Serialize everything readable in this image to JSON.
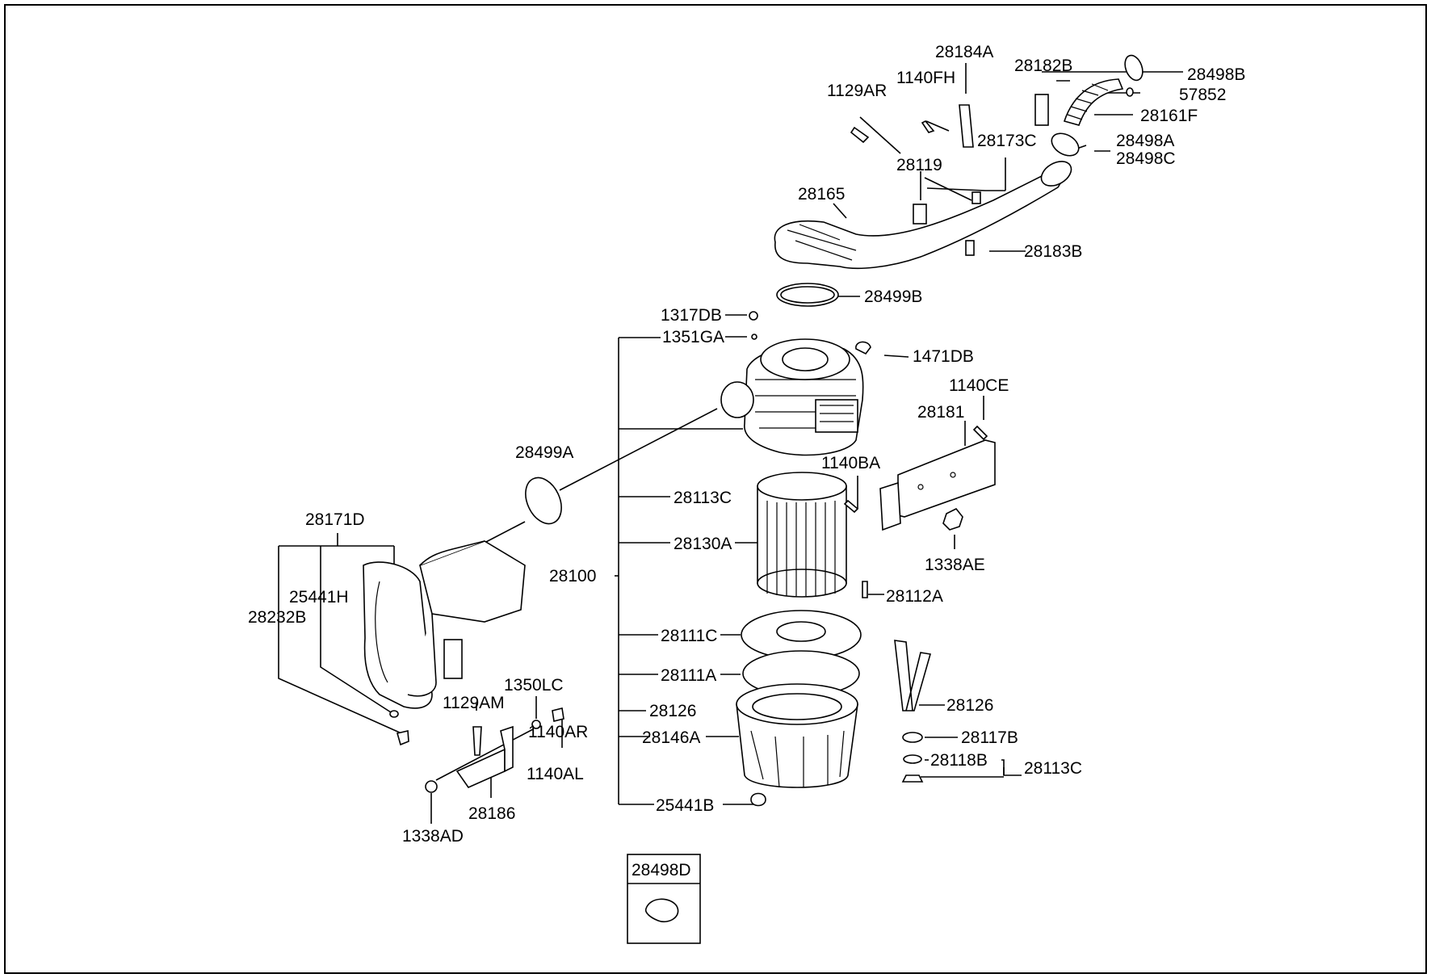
{
  "diagram": {
    "part_numbers": {
      "p28184A": "28184A",
      "p28182B": "28182B",
      "p28498B": "28498B",
      "p57852": "57852",
      "p1129AR": "1129AR",
      "p1140FH": "1140FH",
      "p28161F": "28161F",
      "p28173C": "28173C",
      "p28498A": "28498A",
      "p28498C": "28498C",
      "p28119": "28119",
      "p28165": "28165",
      "p28183B": "28183B",
      "p28499B": "28499B",
      "p1317DB": "1317DB",
      "p1351GA": "1351GA",
      "p1471DB": "1471DB",
      "p1140CE": "1140CE",
      "p28181": "28181",
      "p28499A": "28499A",
      "p1140BA": "1140BA",
      "p28113C_main": "28113C",
      "p28130A": "28130A",
      "p28171D": "28171D",
      "p1338AE": "1338AE",
      "p28100": "28100",
      "p25441H": "25441H",
      "p28232B": "28232B",
      "p28112A": "28112A",
      "p28111C": "28111C",
      "p28111A": "28111A",
      "p1350LC": "1350LC",
      "p1129AM": "1129AM",
      "p28126_main": "28126",
      "p28126_side": "28126",
      "p1140AR": "1140AR",
      "p28146A": "28146A",
      "p28117B": "28117B",
      "p28118B": "28118B",
      "p28113C_side": "28113C",
      "p1140AL": "1140AL",
      "p25441B": "25441B",
      "p28186": "28186",
      "p1338AD": "1338AD",
      "p28498D": "28498D"
    }
  }
}
